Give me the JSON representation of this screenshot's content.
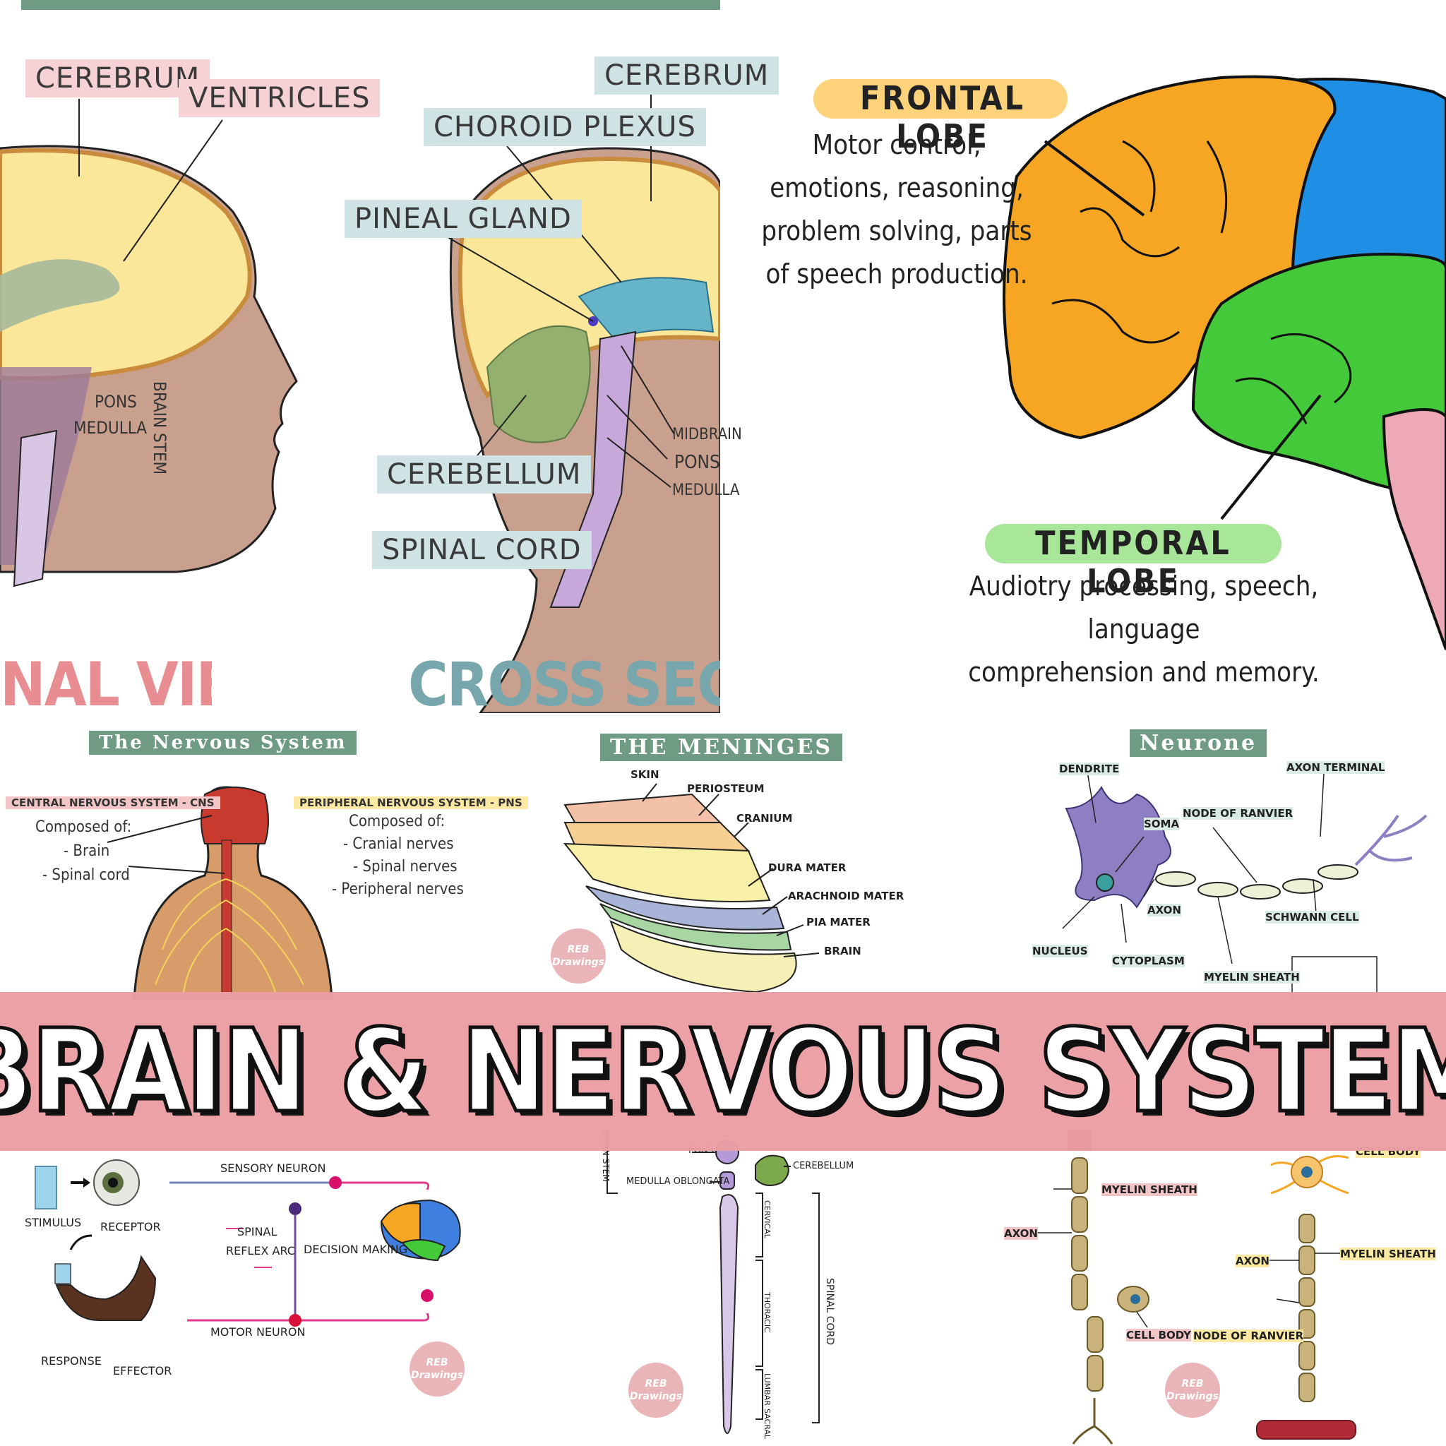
{
  "banner": {
    "title": "BRAIN & NERVOUS SYSTEM"
  },
  "panel_brain_side": {
    "labels": {
      "cerebrum": "CEREBRUM",
      "ventricles": "VENTRICLES",
      "pons": "PONS",
      "medulla": "MEDULLA",
      "brain_stem": "BRAIN STEM"
    },
    "caption": "NAL VIEW"
  },
  "panel_cross_section": {
    "labels": {
      "cerebrum": "CEREBRUM",
      "choroid_plexus": "CHOROID PLEXUS",
      "pineal_gland": "PINEAL GLAND",
      "cerebellum": "CEREBELLUM",
      "spinal_cord": "SPINAL CORD",
      "midbrain": "MIDBRAIN",
      "pons": "PONS",
      "medulla": "MEDULLA"
    },
    "caption": "CROSS SECTI"
  },
  "panel_lobes": {
    "frontal": {
      "title": "FRONTAL LOBE",
      "lines": [
        "Motor control,",
        "emotions, reasoning,",
        "problem solving, parts",
        "of speech production."
      ]
    },
    "temporal": {
      "title": "TEMPORAL LOBE",
      "lines": [
        "Audiotry processing, speech, language",
        "comprehension and memory."
      ]
    }
  },
  "panel_nervous_system": {
    "header": "The Nervous System",
    "cns_title": "CENTRAL NERVOUS SYSTEM - CNS",
    "cns_lines": [
      "Composed of:",
      "- Brain",
      "- Spinal cord"
    ],
    "pns_title": "PERIPHERAL NERVOUS SYSTEM - PNS",
    "pns_lines": [
      "Composed of:",
      "- Cranial nerves",
      "- Spinal nerves",
      "- Peripheral nerves"
    ]
  },
  "panel_meninges": {
    "header": "THE MENINGES",
    "labels": [
      "SKIN",
      "PERIOSTEUM",
      "CRANIUM",
      "DURA MATER",
      "ARACHNOID MATER",
      "PIA MATER",
      "BRAIN"
    ]
  },
  "panel_neurone": {
    "header": "Neurone",
    "labels": {
      "dendrite": "DENDRITE",
      "axon_terminal": "AXON TERMINAL",
      "soma": "SOMA",
      "node_of_ranvier": "NODE OF RANVIER",
      "axon": "AXON",
      "schwann_cell": "SCHWANN CELL",
      "nucleus": "NUCLEUS",
      "cytoplasm": "CYTOPLASM",
      "myelin_sheath": "MYELIN SHEATH"
    }
  },
  "panel_reflex": {
    "labels": {
      "stimulus": "STIMULUS",
      "receptor": "RECEPTOR",
      "sensory_neuron": "SENSORY NEURON",
      "spinal_reflex_arc_1": "SPINAL",
      "spinal_reflex_arc_2": "REFLEX ARC",
      "decision_making": "DECISION MAKING",
      "motor_neuron": "MOTOR NEURON",
      "response": "RESPONSE",
      "effector": "EFFECTOR"
    }
  },
  "panel_cord": {
    "labels": {
      "brain_stem": "BRAIN STEM",
      "pons": "PONS",
      "cerebellum": "CEREBELLUM",
      "medulla_oblongata": "MEDULLA OBLONGATA",
      "cervical": "CERVICAL",
      "thoracic": "THORACIC",
      "lumbar": "LUMBAR",
      "sacral": "SACRAL",
      "spinal_cord": "SPINAL CORD"
    }
  },
  "panel_neuron_types": {
    "labels": {
      "cell_body_top": "CELL BODY",
      "myelin_sheath_left": "MYELIN SHEATH",
      "axon_left": "AXON",
      "cell_body_left": "CELL BODY",
      "axon_right": "AXON",
      "myelin_sheath_right": "MYELIN SHEATH",
      "node_of_ranvier": "NODE OF RANVIER"
    }
  },
  "watermark": {
    "line1": "REB",
    "line2": "Drawings"
  }
}
